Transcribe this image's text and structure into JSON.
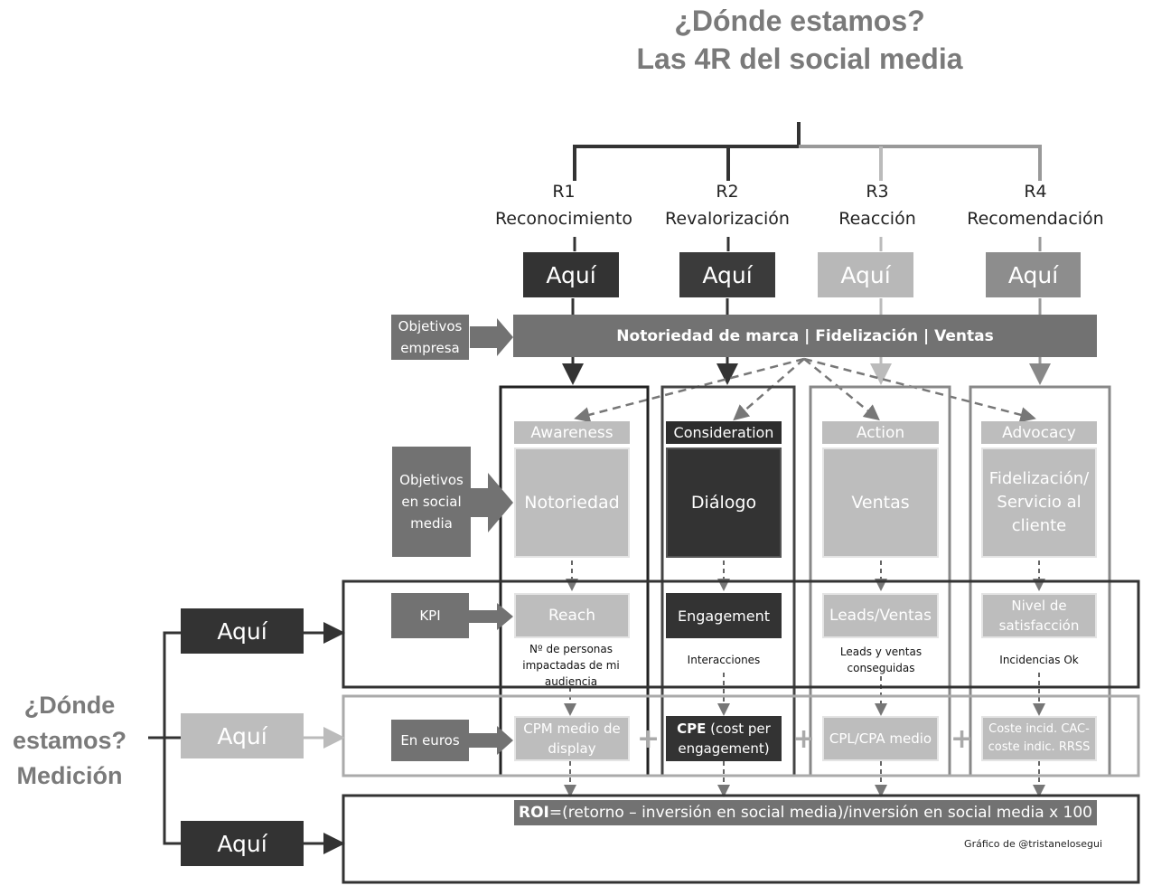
{
  "title": {
    "line1": "¿Dónde estamos?",
    "line2": "Las 4R del social media"
  },
  "rs": [
    {
      "code": "R1",
      "name": "Reconocimiento",
      "aqui": "Aquí"
    },
    {
      "code": "R2",
      "name": "Revalorización",
      "aqui": "Aquí"
    },
    {
      "code": "R3",
      "name": "Reacción",
      "aqui": "Aquí"
    },
    {
      "code": "R4",
      "name": "Recomendación",
      "aqui": "Aquí"
    }
  ],
  "objetivos_empresa": {
    "label": "Objetivos empresa",
    "bar": "Notoriedad de marca | Fidelización | Ventas"
  },
  "objetivos_social": {
    "label": "Objetivos en social media"
  },
  "stages": [
    {
      "name": "Awareness",
      "goal": "Notoriedad",
      "kpi": "Reach",
      "kpi_desc": "Nº de personas impactadas de mi audiencia",
      "euro_bold": "",
      "euro": "CPM medio de display"
    },
    {
      "name": "Consideration",
      "goal": "Diálogo",
      "kpi": "Engagement",
      "kpi_desc": "Interacciones",
      "euro_bold": "CPE",
      "euro": " (cost per engagement)"
    },
    {
      "name": "Action",
      "goal": "Ventas",
      "kpi": "Leads/Ventas",
      "kpi_desc": "Leads y ventas conseguidas",
      "euro_bold": "",
      "euro": "CPL/CPA medio"
    },
    {
      "name": "Advocacy",
      "goal": "Fidelización/ Servicio al cliente",
      "kpi": "Nivel de satisfacción",
      "kpi_desc": "Incidencias Ok",
      "euro_bold": "",
      "euro": "Coste incid. CAC- coste indic. RRSS"
    }
  ],
  "kpi_label": "KPI",
  "euros_label": "En euros",
  "plus": "+",
  "roi": {
    "bold": "ROI",
    "text": "=(retorno – inversión en social media)/inversión en social media x 100"
  },
  "credit": "Gráfico de @tristanelosegui",
  "medicion": {
    "text": "¿Dónde estamos? Medición",
    "aqui": [
      "Aquí",
      "Aquí",
      "Aquí"
    ]
  }
}
